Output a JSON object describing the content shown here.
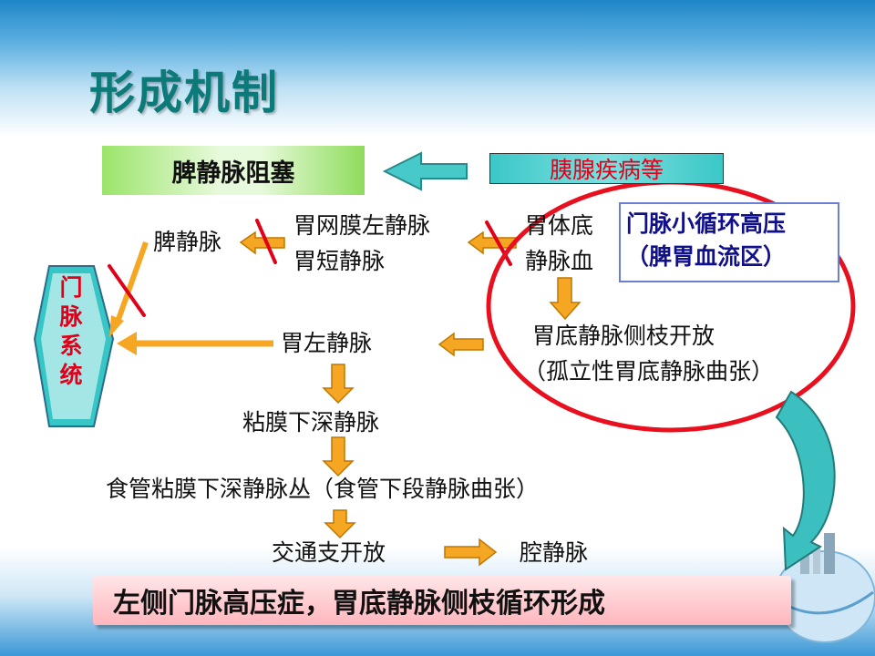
{
  "title": "形成机制",
  "top_left_box": "脾静脉阻塞",
  "top_right_box": "胰腺疾病等",
  "nodes": {
    "spleen_vein": "脾静脉",
    "gastro_line1": "胃网膜左静脉",
    "gastro_line2": "胃短静脉",
    "fundus_line1": "胃体底",
    "fundus_line2": "静脉血",
    "left_gastric": "胃左静脉",
    "fundus_open_line1": "胃底静脉侧枝开放",
    "fundus_open_line2": "（孤立性胃底静脉曲张）",
    "submucosal": "粘膜下深静脉",
    "esophageal": "食管粘膜下深静脉丛（食管下段静脉曲张）",
    "communicating": "交通支开放",
    "cavity_vein": "腔静脉"
  },
  "portal_system_chars": [
    "门",
    "脉",
    "系",
    "统"
  ],
  "portal_box": {
    "line1": "门脉小循环高压",
    "line2": "（脾胃血流区）"
  },
  "banner": "左侧门脉高压症，胃底静脉侧枝循环形成",
  "colors": {
    "title": "#0d7a7a",
    "orange_arrow": "#f5a623",
    "red_mark": "#e0001a",
    "teal_arrow": "#2bb3b3",
    "portal_text": "#10108a"
  }
}
